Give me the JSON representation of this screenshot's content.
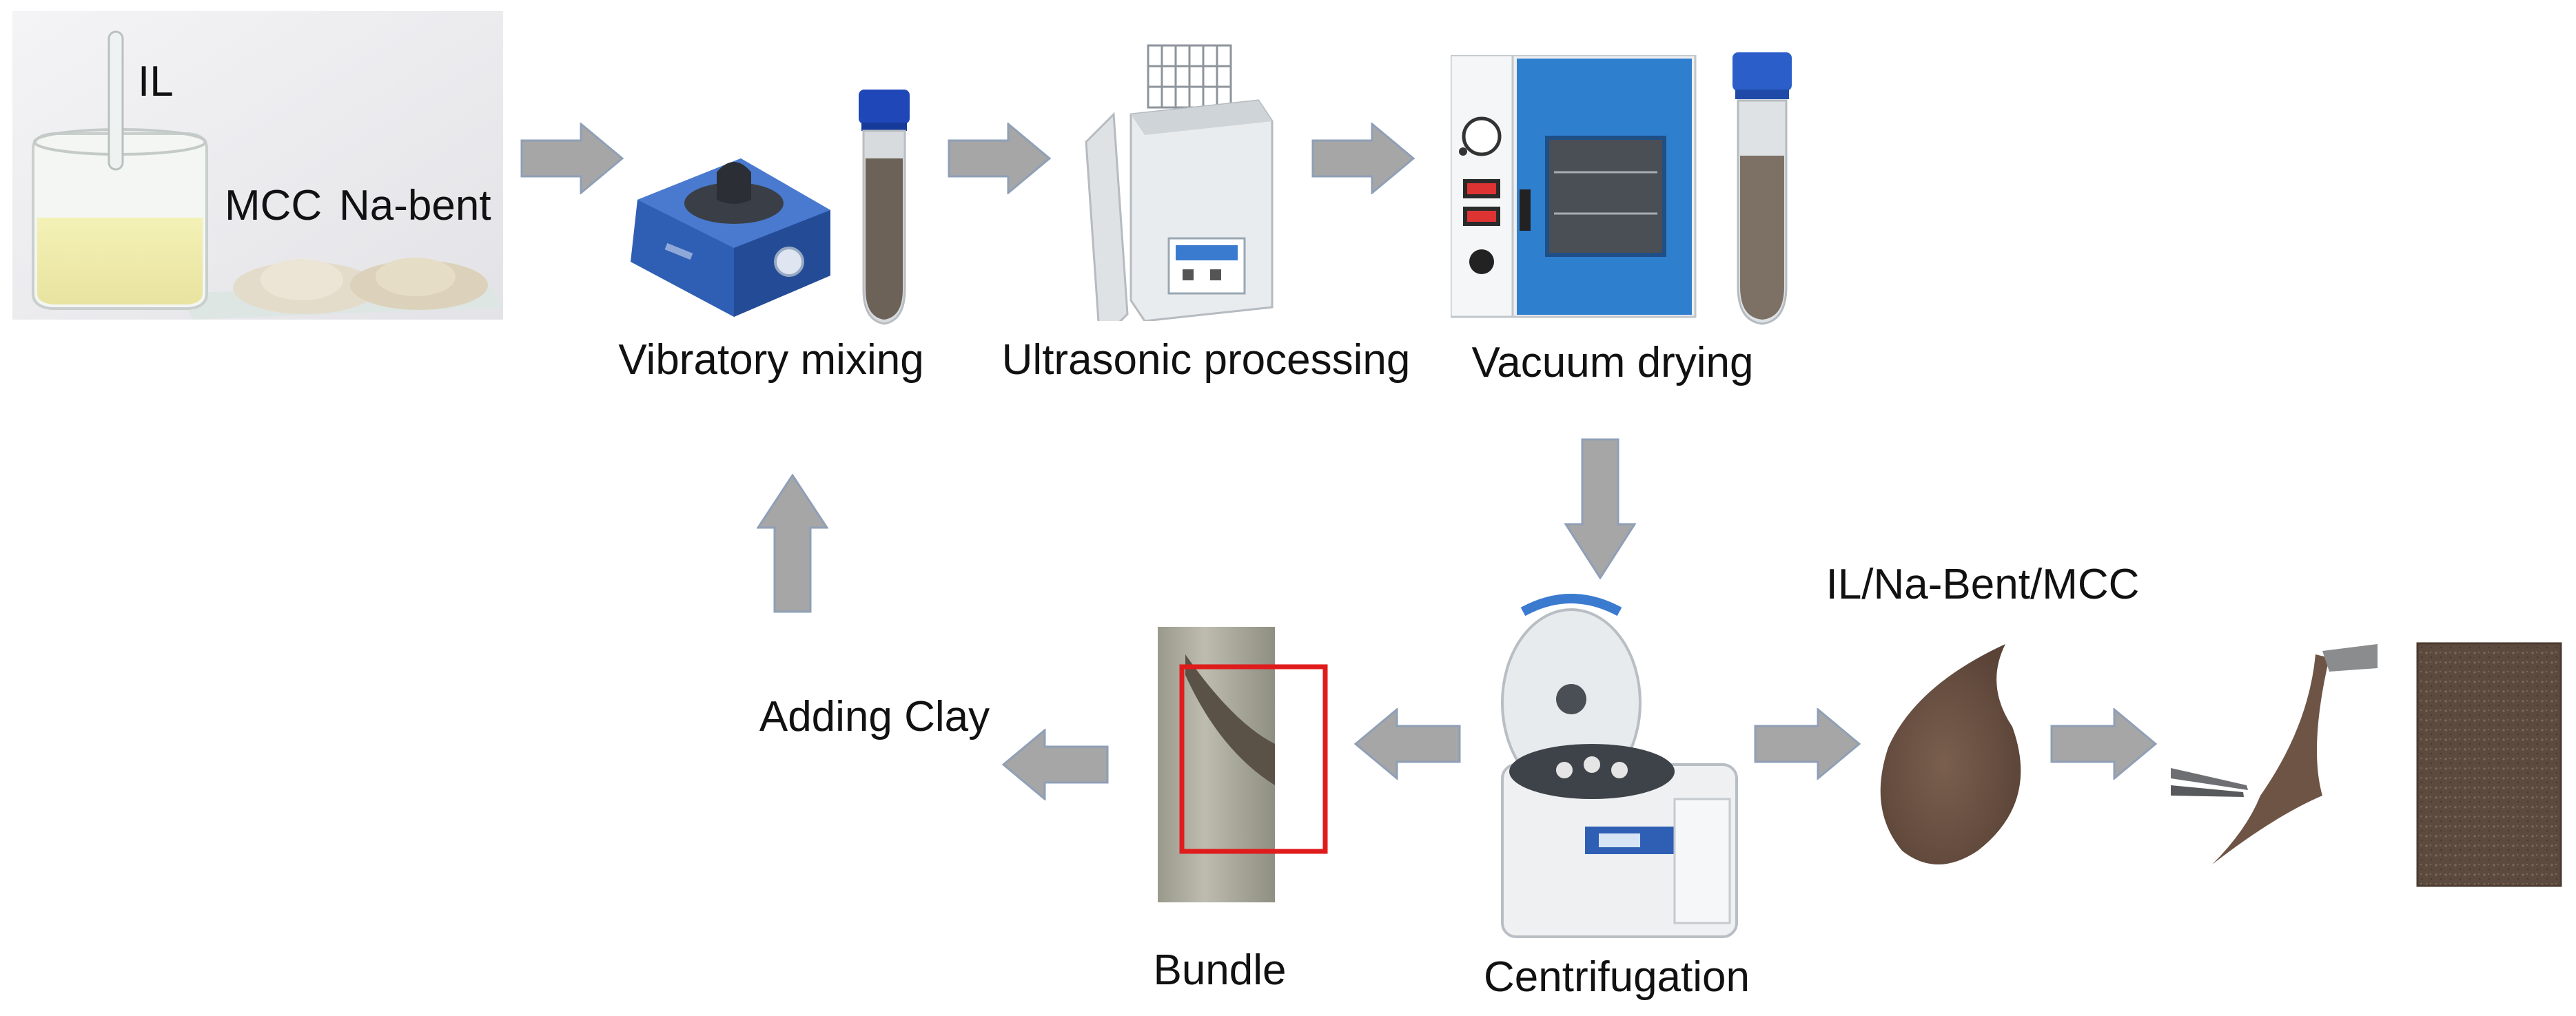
{
  "labels": {
    "il": "IL",
    "mcc": "MCC",
    "na_bent": "Na-bent",
    "vibratory_mixing": "Vibratory mixing",
    "ultrasonic_processing": "Ultrasonic processing",
    "vacuum_drying": "Vacuum drying",
    "adding_clay": "Adding Clay",
    "bundle": "Bundle",
    "centrifugation": "Centrifugation",
    "product": "IL/Na-Bent/MCC"
  },
  "colors": {
    "arrow_fill": "#a6a6a6",
    "arrow_edge": "#8f9fb6",
    "highlight_box": "#e01b1b",
    "mixer_blue": "#2f5fb4",
    "oven_blue": "#2f7fcf",
    "film_brown": "#6e5445"
  }
}
